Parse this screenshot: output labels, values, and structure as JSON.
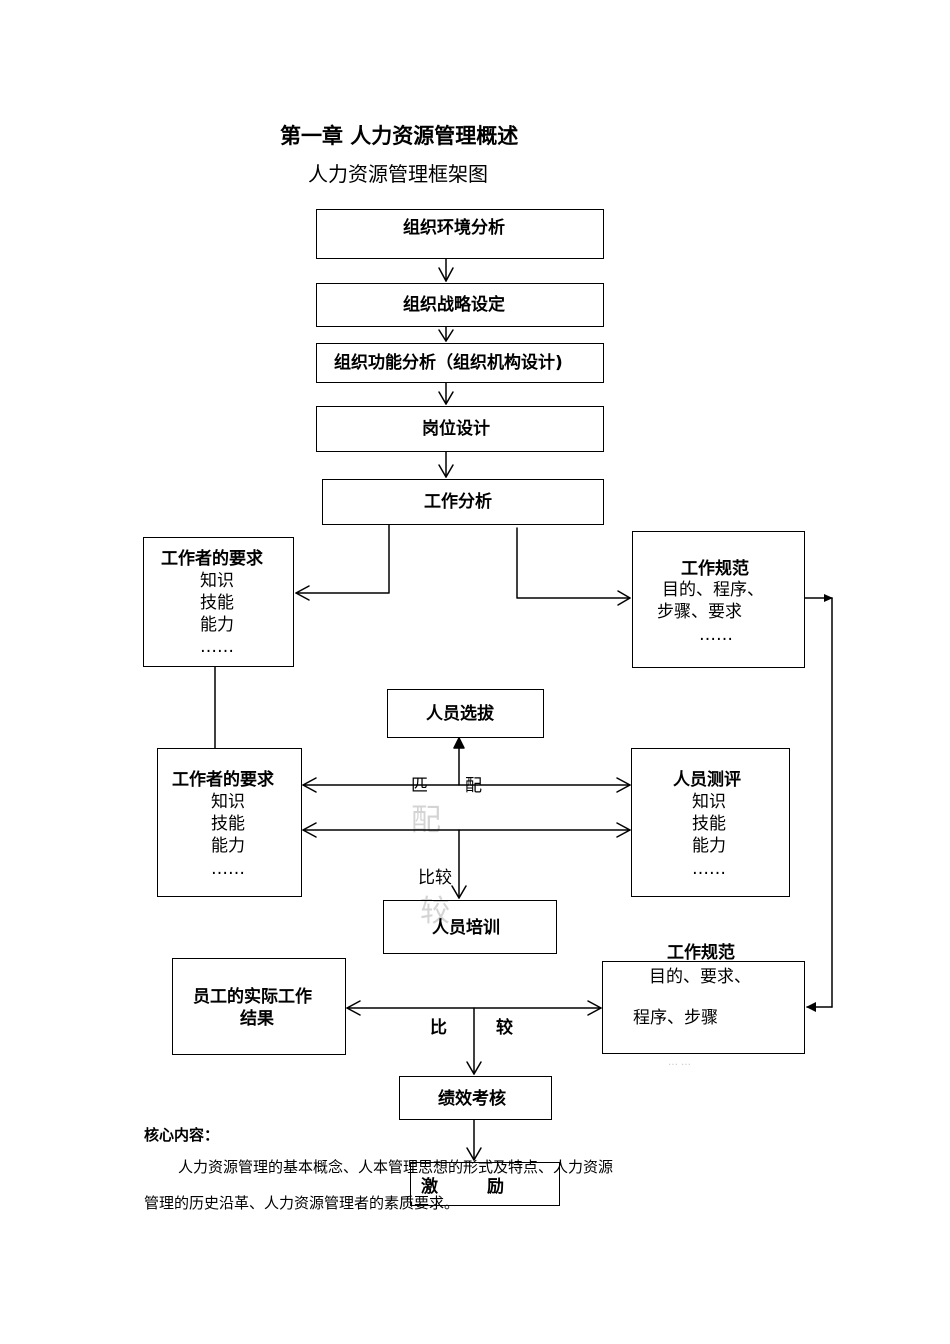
{
  "title": "第一章  人力资源管理概述",
  "subtitle": "人力资源管理框架图",
  "nodes": {
    "org_env": "组织环境分析",
    "org_strategy": "组织战略设定",
    "org_function": "组织功能分析（组织机构设计)",
    "post_design": "岗位设计",
    "job_analysis": "工作分析",
    "worker_req_top": {
      "title": "工作者的要求",
      "lines": [
        "知识",
        "技能",
        "能力",
        "……"
      ]
    },
    "job_spec_top": {
      "title": "工作规范",
      "lines": [
        "目的、程序、",
        "步骤、要求",
        "……"
      ]
    },
    "selection": "人员选拔",
    "worker_req_mid": {
      "title": "工作者的要求",
      "lines": [
        "知识",
        "技能",
        "能力",
        "……"
      ]
    },
    "assessment": {
      "title": "人员测评",
      "lines": [
        "知识",
        "技能",
        "能力",
        "……"
      ]
    },
    "training": "人员培训",
    "actual_result": {
      "lines": [
        "员工的实际工作",
        "结果"
      ]
    },
    "job_spec_bottom": {
      "title": "工作规范",
      "lines": [
        "目的、要求、",
        "程序、步骤"
      ],
      "dots": "……"
    },
    "performance": "绩效考核",
    "incentive": {
      "left": "激",
      "right": "励"
    }
  },
  "labels": {
    "match_left": "匹",
    "match_right": "配",
    "match_faint": "配",
    "compare_mid": "比较",
    "compare_faint": "较",
    "compare_bottom_left": "比",
    "compare_bottom_right": "较"
  },
  "notes": {
    "heading": "核心内容：",
    "line1": "人力资源管理的基本概念、人本管理思想的形式及特点、人力资源",
    "line2": "管理的历史沿革、人力资源管理者的素质要求。"
  }
}
